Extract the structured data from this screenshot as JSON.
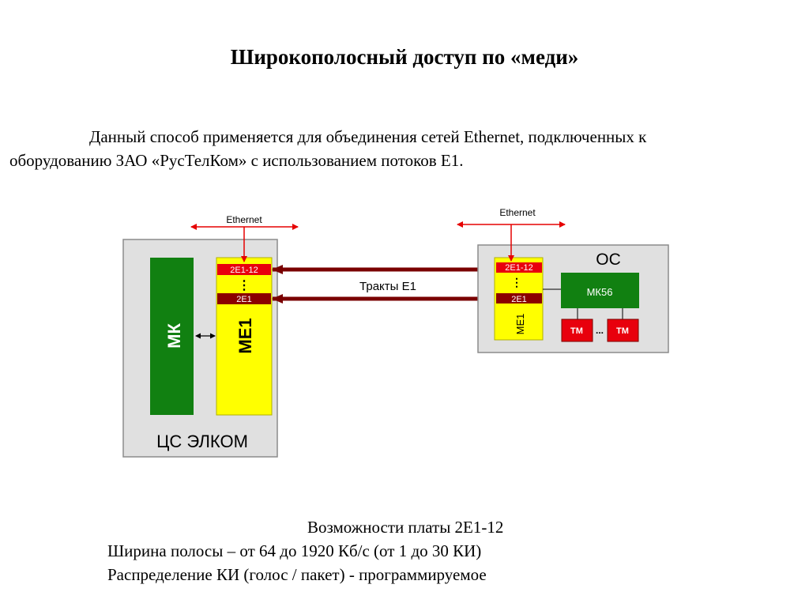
{
  "title": "Широкополосный доступ по «меди»",
  "intro": {
    "line1": "Данный способ применяется для объединения сетей Ethernet, подключенных к",
    "line2": "оборудованию ЗАО «РусТелКом» с использованием потоков Е1."
  },
  "diagram": {
    "left_ethernet": "Ethernet",
    "right_ethernet": "Ethernet",
    "left_station": {
      "label": "ЦС ЭЛКОМ",
      "mk": "МК",
      "me1": "МЕ1",
      "port_top": "2Е1-12",
      "port_bottom": "2Е1",
      "dots": "⋮"
    },
    "trunks_label": "Тракты Е1",
    "right_station": {
      "label": "ОС",
      "me1": "МЕ1",
      "port_top": "2Е1-12",
      "port_bottom": "2Е1",
      "dots": "⋮",
      "mk56": "МК56",
      "tm_left": "ТМ",
      "tm_right": "ТМ",
      "tm_dots": "..."
    },
    "colors": {
      "panel": "#e0e0e0",
      "green": "#118011",
      "yellow": "#ffff00",
      "red": "#e8000d",
      "dark_red": "#8b0000",
      "arrow_red": "#e60000"
    }
  },
  "capabilities": {
    "heading": "Возможности платы 2Е1-12",
    "line1": "Ширина полосы – от 64 до 1920 Кб/с (от 1 до 30 КИ)",
    "line2": "Распределение КИ (голос / пакет) - программируемое"
  }
}
